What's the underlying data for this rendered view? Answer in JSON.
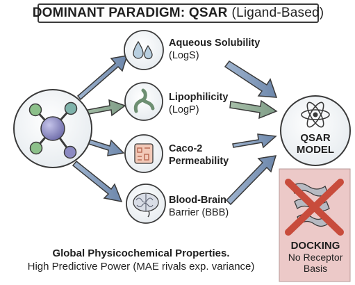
{
  "title": {
    "main": "DOMINANT PARADIGM: QSAR",
    "sub": "(Ligand-Based)"
  },
  "properties": [
    {
      "name": "Aqueous Solubility",
      "detail": "(LogS)",
      "icon": "water-drop-icon"
    },
    {
      "name": "Lipophilicity",
      "detail": "(LogP)",
      "icon": "lipid-icon"
    },
    {
      "name": "Caco-2",
      "detail": "Permeability",
      "icon": "cell-membrane-icon"
    },
    {
      "name": "Blood-Brain",
      "detail": "Barrier (BBB)",
      "icon": "brain-icon"
    }
  ],
  "qsar": {
    "line1": "QSAR",
    "line2": "MODEL",
    "icon": "atom-icon"
  },
  "docking": {
    "line1": "DOCKING",
    "line2": "No Receptor",
    "line3": "Basis",
    "icon": "protein-crossed-icon"
  },
  "footer": {
    "line1": "Global Physicochemical Properties.",
    "line2": "High Predictive Power (MAE rivals exp. variance)"
  },
  "colors": {
    "arrow_blue": "#7893b6",
    "arrow_green": "#8aa591",
    "node_purple": "#8c8ac2",
    "node_teal": "#7fb3ab",
    "node_green": "#8cc08a",
    "docking_bg": "#ebc9c9",
    "cross_red": "#c84c3c"
  }
}
